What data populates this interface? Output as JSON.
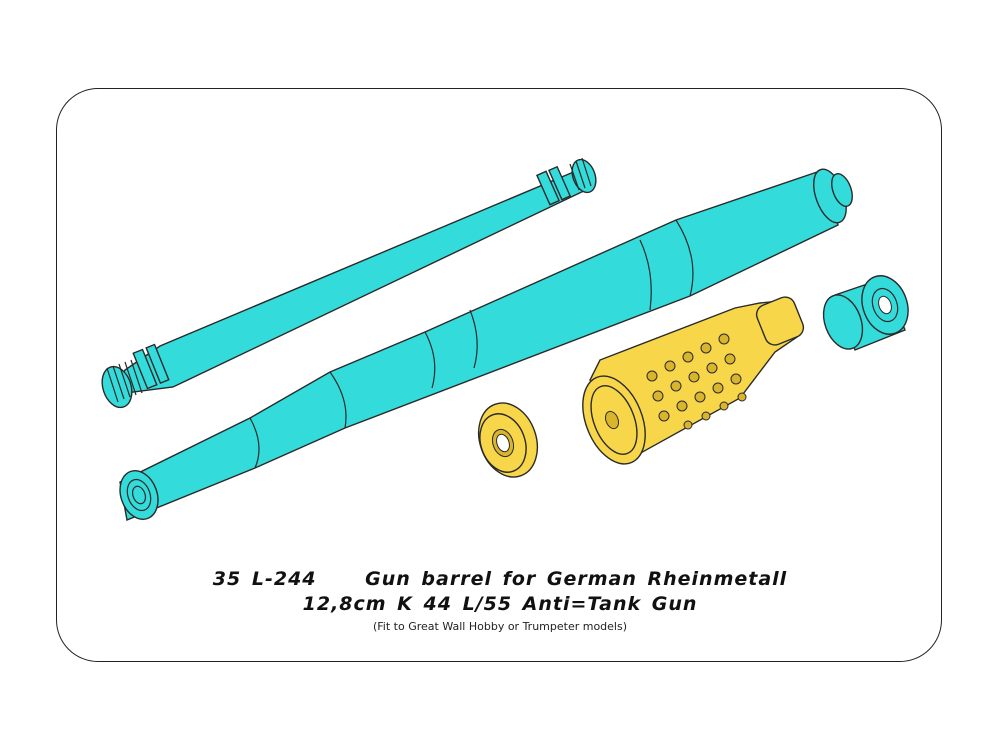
{
  "caption": {
    "code": "35 L-244",
    "title": "Gun barrel for German Rheinmetall",
    "subtitle": "12,8cm K 44 L/55 Anti=Tank Gun",
    "note": "(Fit to Great Wall Hobby or Trumpeter models)"
  },
  "colors": {
    "barrel": "#33dbdb",
    "brass": "#f7d64a",
    "outline": "#2a2a2a"
  }
}
